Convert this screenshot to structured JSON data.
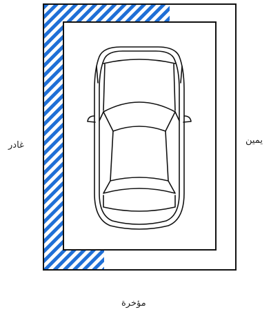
{
  "labels": {
    "left": "غادر",
    "right": "يمين",
    "rear": "مؤخرة"
  },
  "colors": {
    "hatch": "#1f6fd6",
    "outline": "#111111",
    "background": "#ffffff"
  },
  "icons": {
    "car": "car-top-view-icon"
  }
}
